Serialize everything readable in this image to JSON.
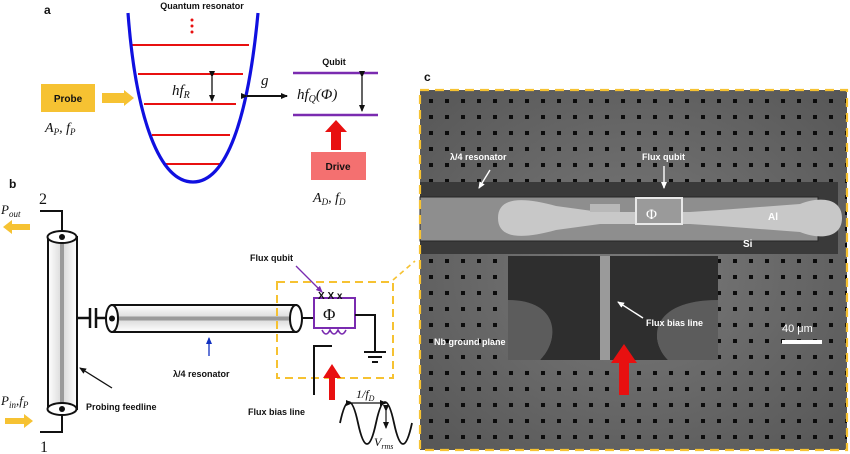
{
  "panels": {
    "a": "a",
    "b": "b",
    "c": "c"
  },
  "panel_a": {
    "quantum_resonator_label": "Quantum resonator",
    "hfR_label": "hf",
    "hfR_sub": "R",
    "coupling_label": "g",
    "qubit_label": "Qubit",
    "hfQ_label": "hf",
    "hfQ_sub": "Q",
    "hfQ_arg": "(Φ)",
    "probe_label": "Probe",
    "probe_params_A": "A",
    "probe_params_Asub": "P",
    "probe_params_f": "f",
    "probe_params_fsub": "P",
    "drive_label": "Drive",
    "drive_params_A": "A",
    "drive_params_Asub": "D",
    "drive_params_f": "f",
    "drive_params_fsub": "D",
    "colors": {
      "well": "#1010e0",
      "levels": "#e81010",
      "qubit_levels": "#7a2bb0",
      "probe_box": "#f6c232",
      "drive_box": "#f47070",
      "probe_arrow": "#f6c232",
      "drive_arrow": "#e81010"
    }
  },
  "panel_b": {
    "port_2": "2",
    "port_1": "1",
    "p_out": "P",
    "p_out_sub": "out",
    "p_in": "P",
    "p_in_sub": "in",
    "p_in_f": "f",
    "p_in_fsub": "P",
    "probing_feedline_label": "Probing feedline",
    "resonator_label": "λ/4 resonator",
    "flux_qubit_label": "Flux qubit",
    "flux_bias_label": "Flux bias line",
    "phi_symbol": "Φ",
    "junction_marks": "X X x",
    "period_label": "1/f",
    "period_sub": "D",
    "vrms_label": "V",
    "vrms_sub": "rms"
  },
  "panel_c": {
    "resonator_label": "λ/4 resonator",
    "flux_qubit_label": "Flux qubit",
    "phi_symbol": "Φ",
    "al_label": "Al",
    "si_label": "Si",
    "flux_bias_label": "Flux bias line",
    "ground_plane_label": "Nb ground plane",
    "scale_bar_label": "40 μm"
  }
}
